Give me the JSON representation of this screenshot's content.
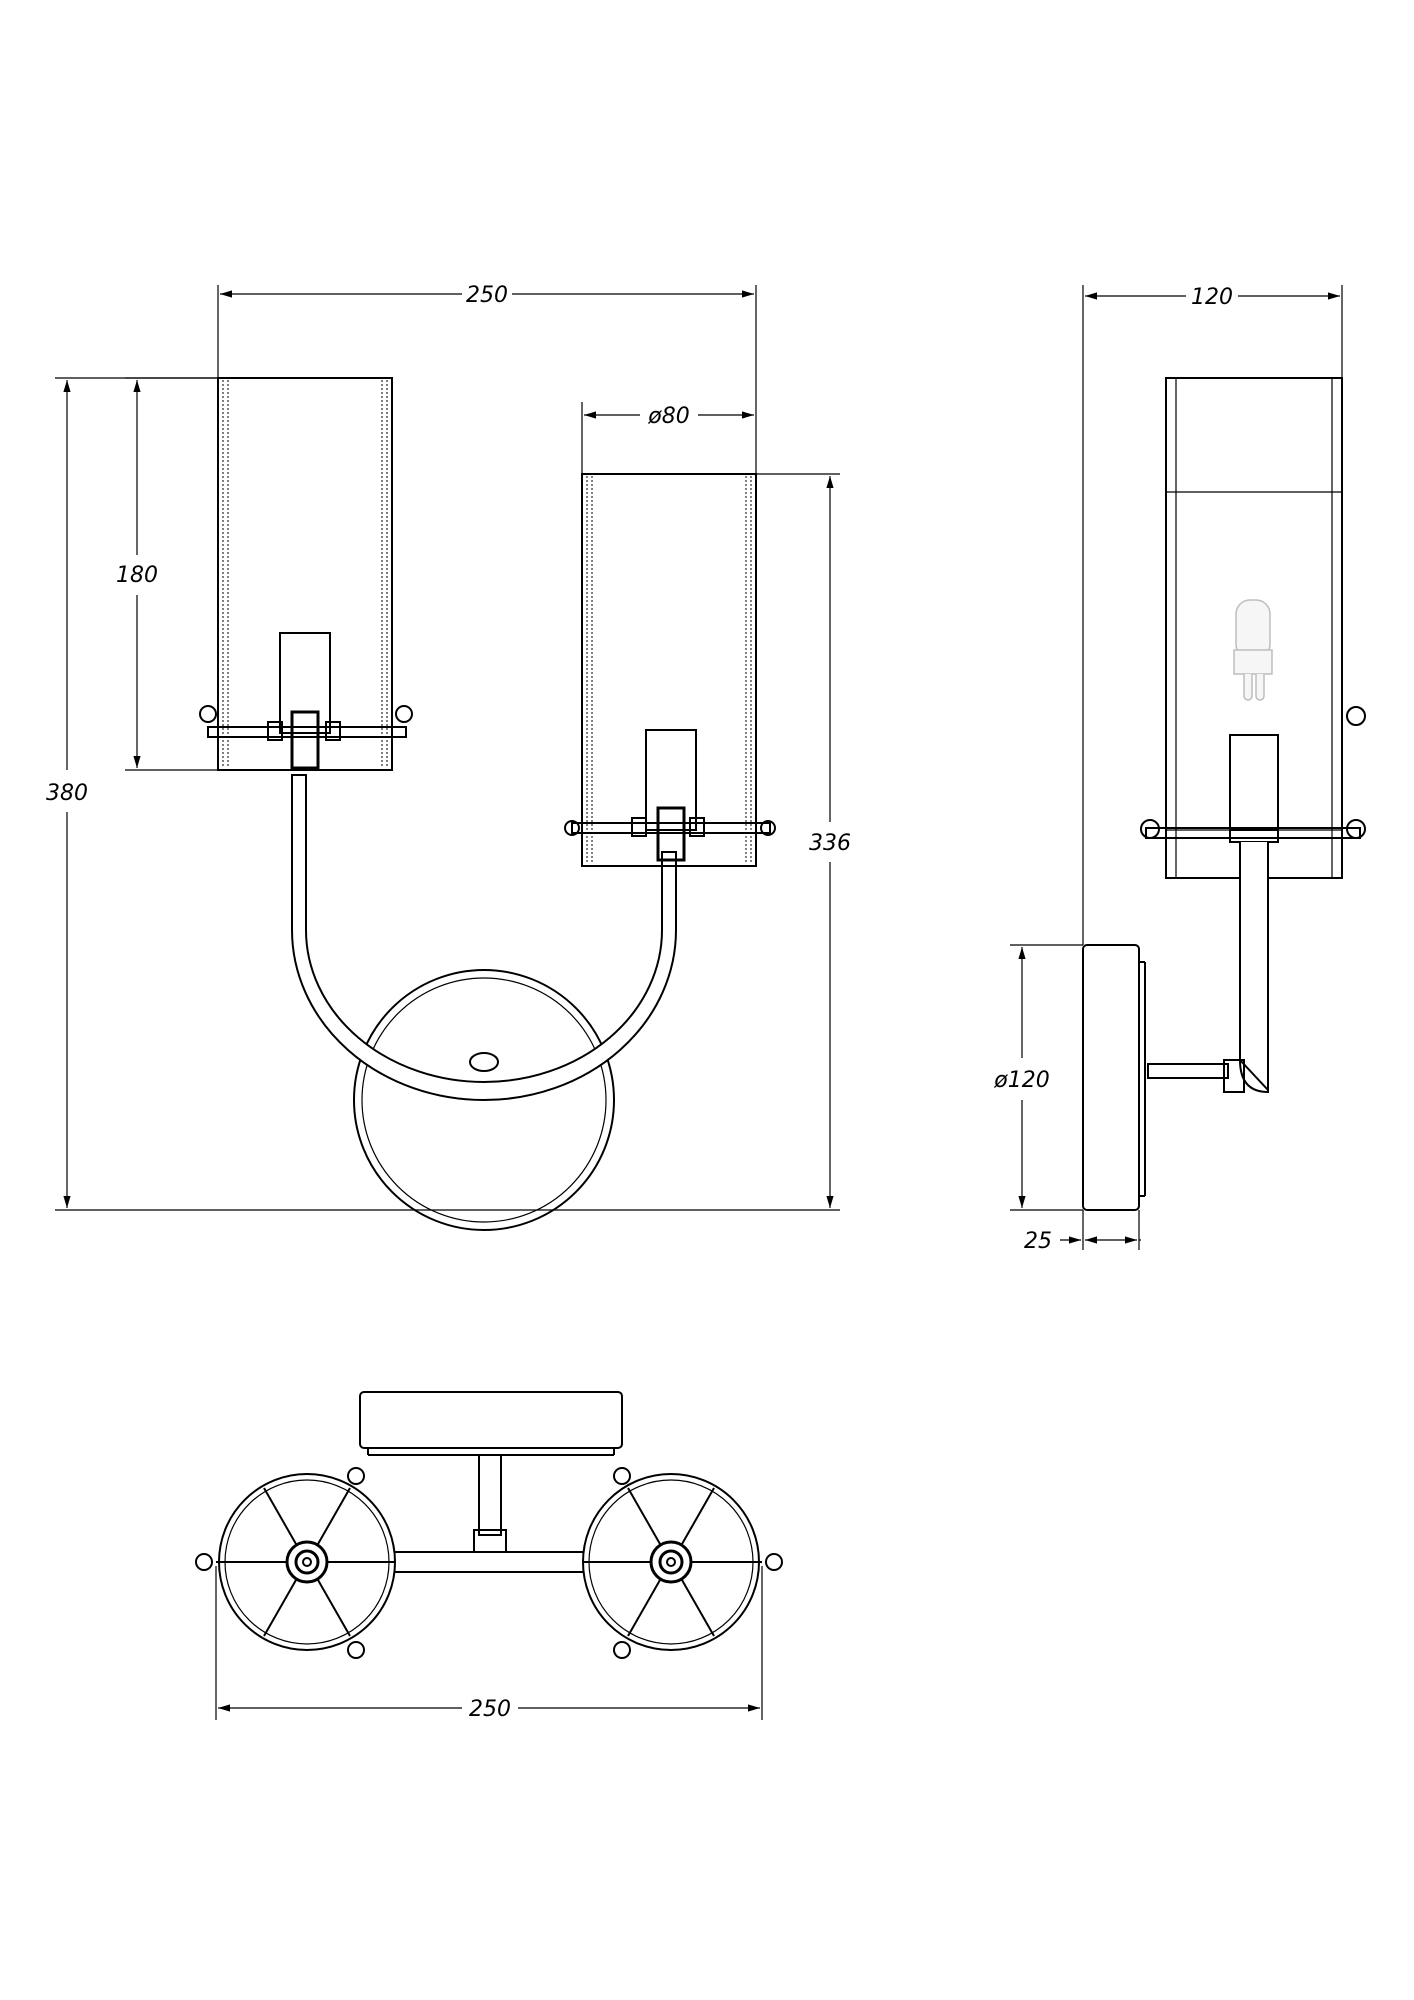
{
  "front_view": {
    "width_label": "250",
    "shade_diameter_label": "ø80",
    "shade_height_label": "180",
    "total_height_label": "380",
    "right_height_label": "336"
  },
  "side_view": {
    "depth_label": "120",
    "plate_diameter_label": "ø120",
    "plate_thickness_label": "25"
  },
  "top_view": {
    "width_label": "250"
  }
}
